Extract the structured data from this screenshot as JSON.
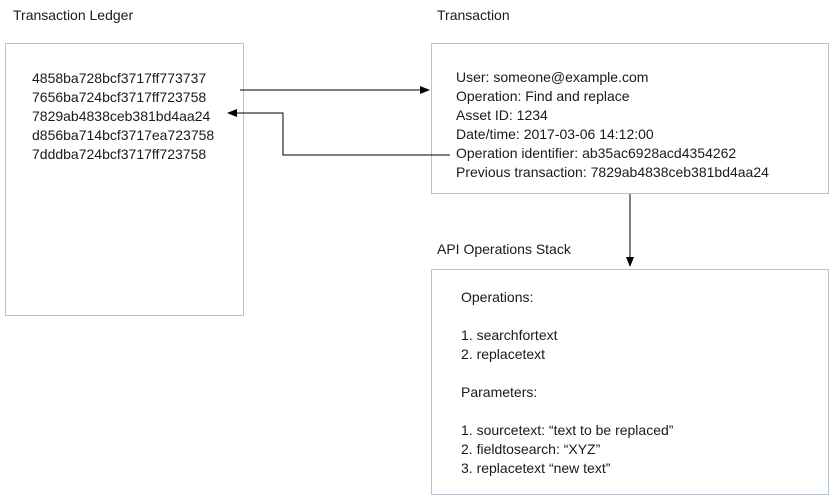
{
  "ledger": {
    "title": "Transaction Ledger",
    "entries": [
      "4858ba728bcf3717ff773737",
      "7656ba724bcf3717ff723758",
      "7829ab4838ceb381bd4aa24",
      "d856ba714bcf3717ea723758",
      "7dddba724bcf3717ff723758"
    ]
  },
  "transaction": {
    "title": "Transaction",
    "fields": [
      "User: someone@example.com",
      "Operation: Find and replace",
      "Asset ID: 1234",
      "Date/time: 2017-03-06 14:12:00",
      "Operation identifier: ab35ac6928acd4354262",
      "Previous transaction: 7829ab4838ceb381bd4aa24"
    ]
  },
  "stack": {
    "title": "API Operations Stack",
    "operations_heading": "Operations:",
    "operations": [
      "1. searchfortext",
      "2. replacetext"
    ],
    "parameters_heading": "Parameters:",
    "parameters": [
      "1. sourcetext: “text to be replaced”",
      "2. fieldtosearch: “XYZ”",
      "3. replacetext “new text”"
    ]
  },
  "colors": {
    "box_border": "#b7c3d0",
    "arrow": "#000000"
  }
}
